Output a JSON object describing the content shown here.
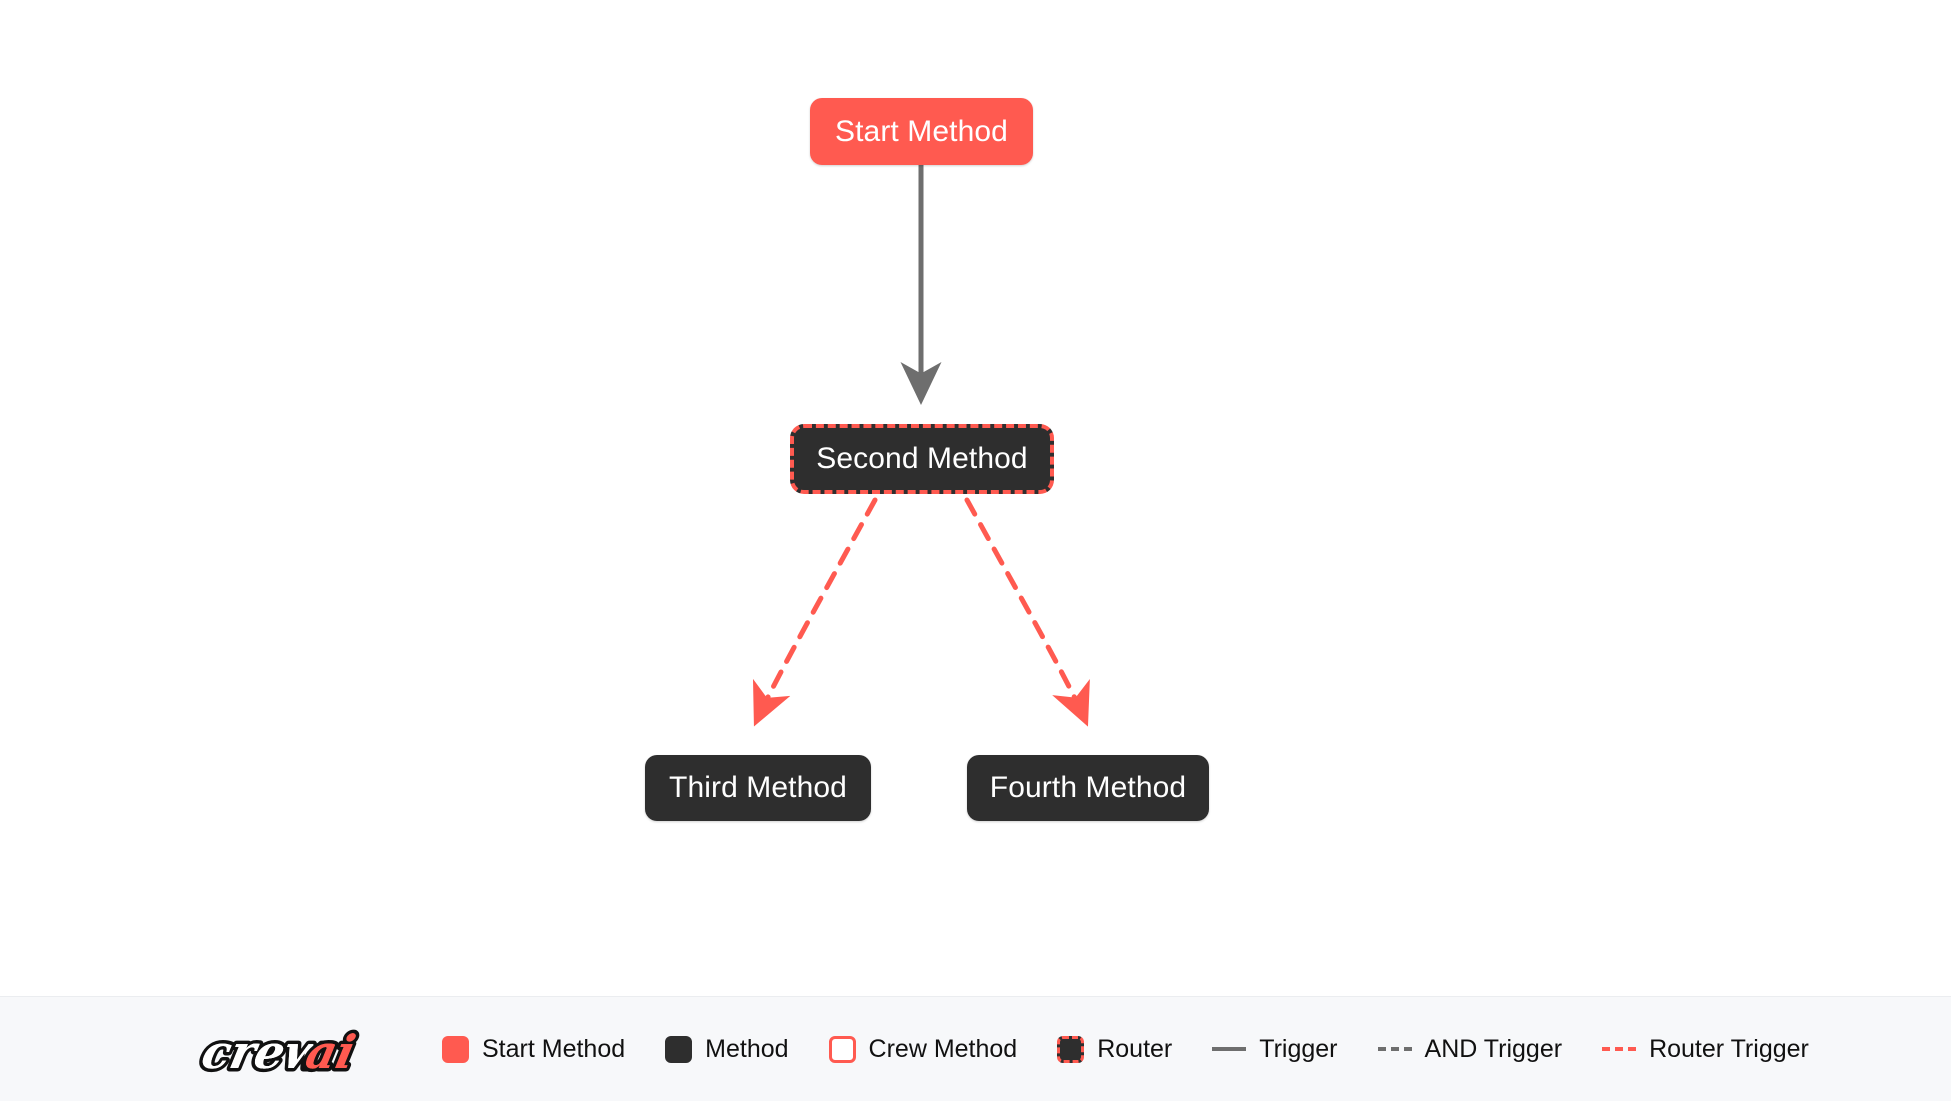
{
  "canvas": {
    "background": "#ffffff",
    "nodes": [
      {
        "id": "start",
        "label": "Start Method",
        "type": "start-method",
        "fill": "#FF5A50",
        "text_color": "#ffffff"
      },
      {
        "id": "second",
        "label": "Second Method",
        "type": "router",
        "fill": "#2E2E2E",
        "border_color": "#FF5A50",
        "border_style": "dashed",
        "text_color": "#ffffff"
      },
      {
        "id": "third",
        "label": "Third Method",
        "type": "method",
        "fill": "#2E2E2E",
        "text_color": "#ffffff"
      },
      {
        "id": "fourth",
        "label": "Fourth Method",
        "type": "method",
        "fill": "#2E2E2E",
        "text_color": "#ffffff"
      }
    ],
    "edges": [
      {
        "from": "start",
        "to": "third",
        "style": "solid",
        "color": "#6E6E6E",
        "kind": "trigger"
      },
      {
        "from": "second",
        "to": "third",
        "style": "dashed",
        "color": "#FF5A50",
        "kind": "router-trigger"
      },
      {
        "from": "second",
        "to": "fourth",
        "style": "dashed",
        "color": "#FF5A50",
        "kind": "router-trigger"
      }
    ]
  },
  "legend": {
    "logo_alt": "crewai",
    "logo_word_primary": "crew",
    "logo_word_accent": "ai",
    "background": "#F7F8FA",
    "items": [
      {
        "label": "Start Method",
        "marker": "filled-square",
        "color": "#FF5A50"
      },
      {
        "label": "Method",
        "marker": "filled-square",
        "color": "#2E2E2E"
      },
      {
        "label": "Crew Method",
        "marker": "outlined-square",
        "color": "#FF5A50"
      },
      {
        "label": "Router",
        "marker": "dashed-square",
        "color": "#FF5A50"
      },
      {
        "label": "Trigger",
        "marker": "solid-line",
        "color": "#6E6E6E"
      },
      {
        "label": "AND Trigger",
        "marker": "dashed-line",
        "color": "#6E6E6E"
      },
      {
        "label": "Router Trigger",
        "marker": "dashed-line",
        "color": "#FF5A50"
      }
    ]
  }
}
